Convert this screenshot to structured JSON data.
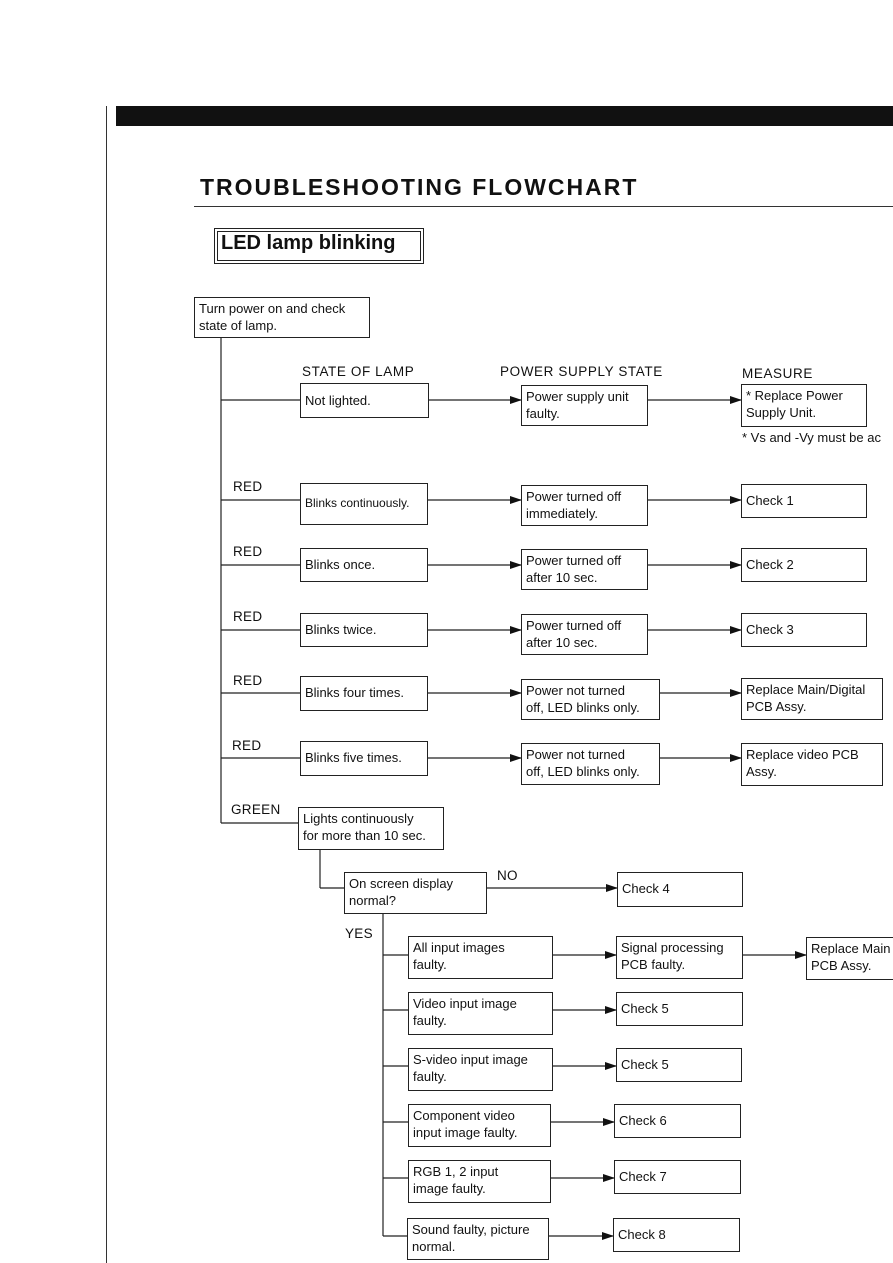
{
  "title": "TROUBLESHOOTING  FLOWCHART",
  "section": "LED lamp blinking",
  "start_box": "Turn power on and check\nstate of lamp.",
  "headers": {
    "state": "STATE  OF  LAMP",
    "power": "POWER  SUPPLY  STATE",
    "measure": "MEASURE"
  },
  "rows": [
    {
      "color": "",
      "state": "Not lighted.",
      "power": "Power supply unit\nfaulty.",
      "measure": "* Replace Power\n   Supply Unit."
    },
    {
      "color": "RED",
      "state": "Blinks continuously.",
      "power": "Power turned off\nimmediately.",
      "measure": "Check 1"
    },
    {
      "color": "RED",
      "state": "Blinks once.",
      "power": "Power turned off\nafter 10 sec.",
      "measure": "Check 2"
    },
    {
      "color": "RED",
      "state": "Blinks twice.",
      "power": "Power turned off\nafter 10 sec.",
      "measure": "Check 3"
    },
    {
      "color": "RED",
      "state": "Blinks four times.",
      "power": "Power not turned\noff, LED blinks only.",
      "measure": "Replace Main/Digital\nPCB Assy."
    },
    {
      "color": "RED",
      "state": "Blinks five times.",
      "power": "Power not turned\noff, LED blinks only.",
      "measure": "Replace video PCB\nAssy."
    }
  ],
  "note": "* Vs and -Vy must be ac",
  "green": {
    "color": "GREEN",
    "state": "Lights continuously\nfor more than 10 sec."
  },
  "osd": {
    "question": "On screen display\nnormal?",
    "no_label": "NO",
    "yes_label": "YES",
    "no_result": "Check 4"
  },
  "yes_branches": [
    {
      "cause": "All input images\nfaulty.",
      "mid": "Signal processing\nPCB faulty.",
      "result": "Replace Main\nPCB Assy."
    },
    {
      "cause": "Video input image\nfaulty.",
      "result": "Check 5"
    },
    {
      "cause": "S-video input image\nfaulty.",
      "result": "Check 5"
    },
    {
      "cause": "Component video\ninput image faulty.",
      "result": "Check 6"
    },
    {
      "cause": "RGB 1, 2 input\nimage faulty.",
      "result": "Check 7"
    },
    {
      "cause": "Sound faulty, picture\nnormal.",
      "result": "Check 8"
    }
  ]
}
